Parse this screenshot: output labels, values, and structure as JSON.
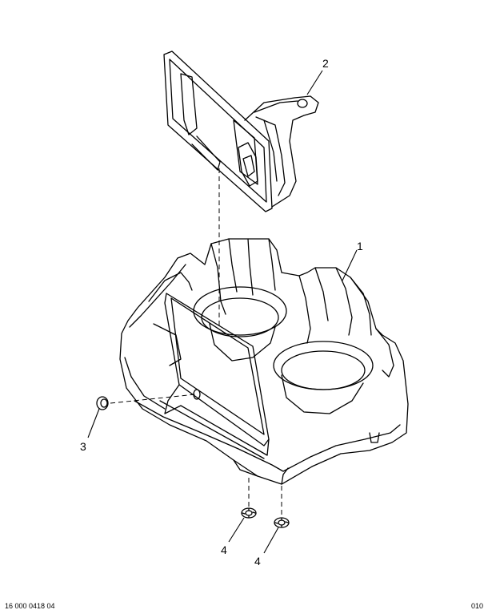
{
  "callouts": {
    "item1": "1",
    "item2": "2",
    "item3": "3",
    "item4a": "4",
    "item4b": "4"
  },
  "footer": {
    "left": "16 000 0418 04",
    "right": "010"
  },
  "colors": {
    "line": "#000000",
    "background": "#ffffff"
  }
}
